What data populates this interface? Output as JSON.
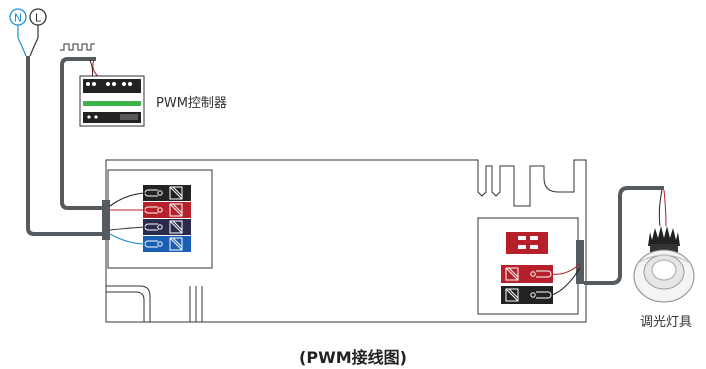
{
  "mains": {
    "neutral_label": "N",
    "live_label": "L"
  },
  "controller": {
    "label": "PWM控制器"
  },
  "lamp": {
    "label": "调光灯具"
  },
  "caption": "(PWM接线图)",
  "colors": {
    "neutral": "#1e8fd6",
    "wire_gray": "#555a5e",
    "red": "#b5202a",
    "blue": "#1a5fb4",
    "dark": "#222222",
    "green": "#3cb44a"
  }
}
